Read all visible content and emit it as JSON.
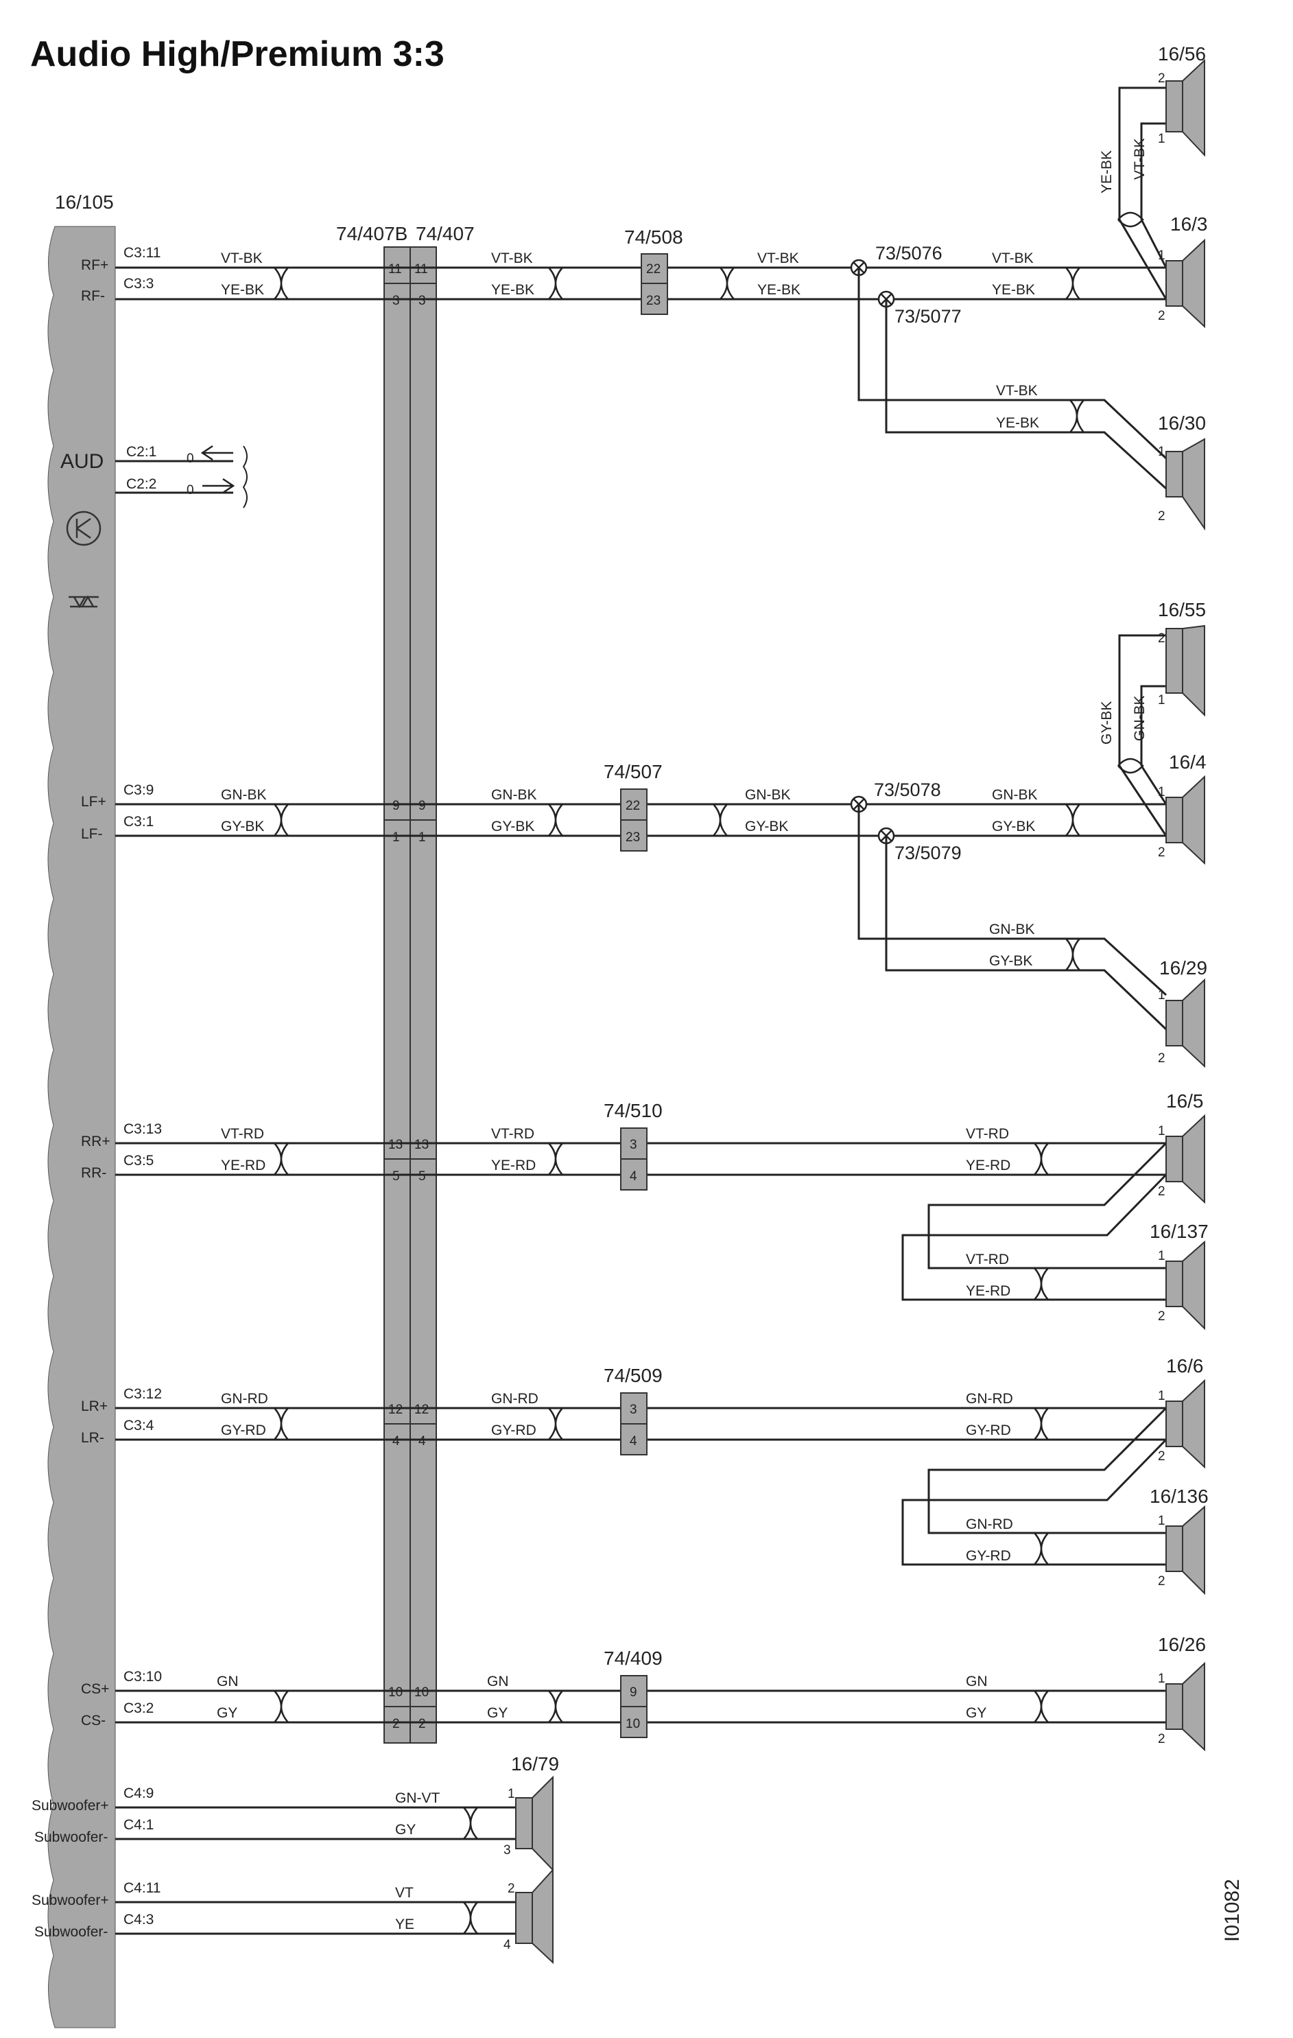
{
  "title": "Audio High/Premium 3:3",
  "module": "16/105",
  "module_labels": {
    "aud": "AUD",
    "rf_plus": "RF+",
    "rf_minus": "RF-",
    "lf_plus": "LF+",
    "lf_minus": "LF-",
    "rr_plus": "RR+",
    "rr_minus": "RR-",
    "lr_plus": "LR+",
    "lr_minus": "LR-",
    "cs_plus": "CS+",
    "cs_minus": "CS-",
    "sub_plus": "Subwoofer+",
    "sub_minus": "Subwoofer-"
  },
  "pins": {
    "c3_11": "C3:11",
    "c3_3": "C3:3",
    "c2_1": "C2:1",
    "c2_2": "C2:2",
    "c3_9": "C3:9",
    "c3_1": "C3:1",
    "c3_13": "C3:13",
    "c3_5": "C3:5",
    "c3_12": "C3:12",
    "c3_4": "C3:4",
    "c3_10": "C3:10",
    "c3_2": "C3:2",
    "c4_9": "C4:9",
    "c4_1": "C4:1",
    "c4_11": "C4:11",
    "c4_3": "C4:3",
    "zero": "0"
  },
  "connectors": {
    "c407b": "74/407B",
    "c407": "74/407",
    "c508": "74/508",
    "c507": "74/507",
    "c510": "74/510",
    "c509": "74/509",
    "c409": "74/409"
  },
  "connector_pins": {
    "p11": "11",
    "p3": "3",
    "p9": "9",
    "p1": "1",
    "p13": "13",
    "p5": "5",
    "p12": "12",
    "p4": "4",
    "p10": "10",
    "p2": "2",
    "p22": "22",
    "p23": "23"
  },
  "splices": {
    "s5076": "73/5076",
    "s5077": "73/5077",
    "s5078": "73/5078",
    "s5079": "73/5079"
  },
  "wire_colors": {
    "vt_bk": "VT-BK",
    "ye_bk": "YE-BK",
    "gn_bk": "GN-BK",
    "gy_bk": "GY-BK",
    "vt_rd": "VT-RD",
    "ye_rd": "YE-RD",
    "gn_rd": "GN-RD",
    "gy_rd": "GY-RD",
    "gn": "GN",
    "gy": "GY",
    "gn_vt": "GN-VT",
    "vt": "VT",
    "ye": "YE"
  },
  "speakers": {
    "s16_56": "16/56",
    "s16_3": "16/3",
    "s16_30": "16/30",
    "s16_55": "16/55",
    "s16_4": "16/4",
    "s16_29": "16/29",
    "s16_5": "16/5",
    "s16_137": "16/137",
    "s16_6": "16/6",
    "s16_136": "16/136",
    "s16_26": "16/26",
    "s16_79": "16/79"
  },
  "terminal_nums": {
    "n1": "1",
    "n2": "2",
    "n3": "3",
    "n4": "4"
  },
  "doc_id": "I01082"
}
